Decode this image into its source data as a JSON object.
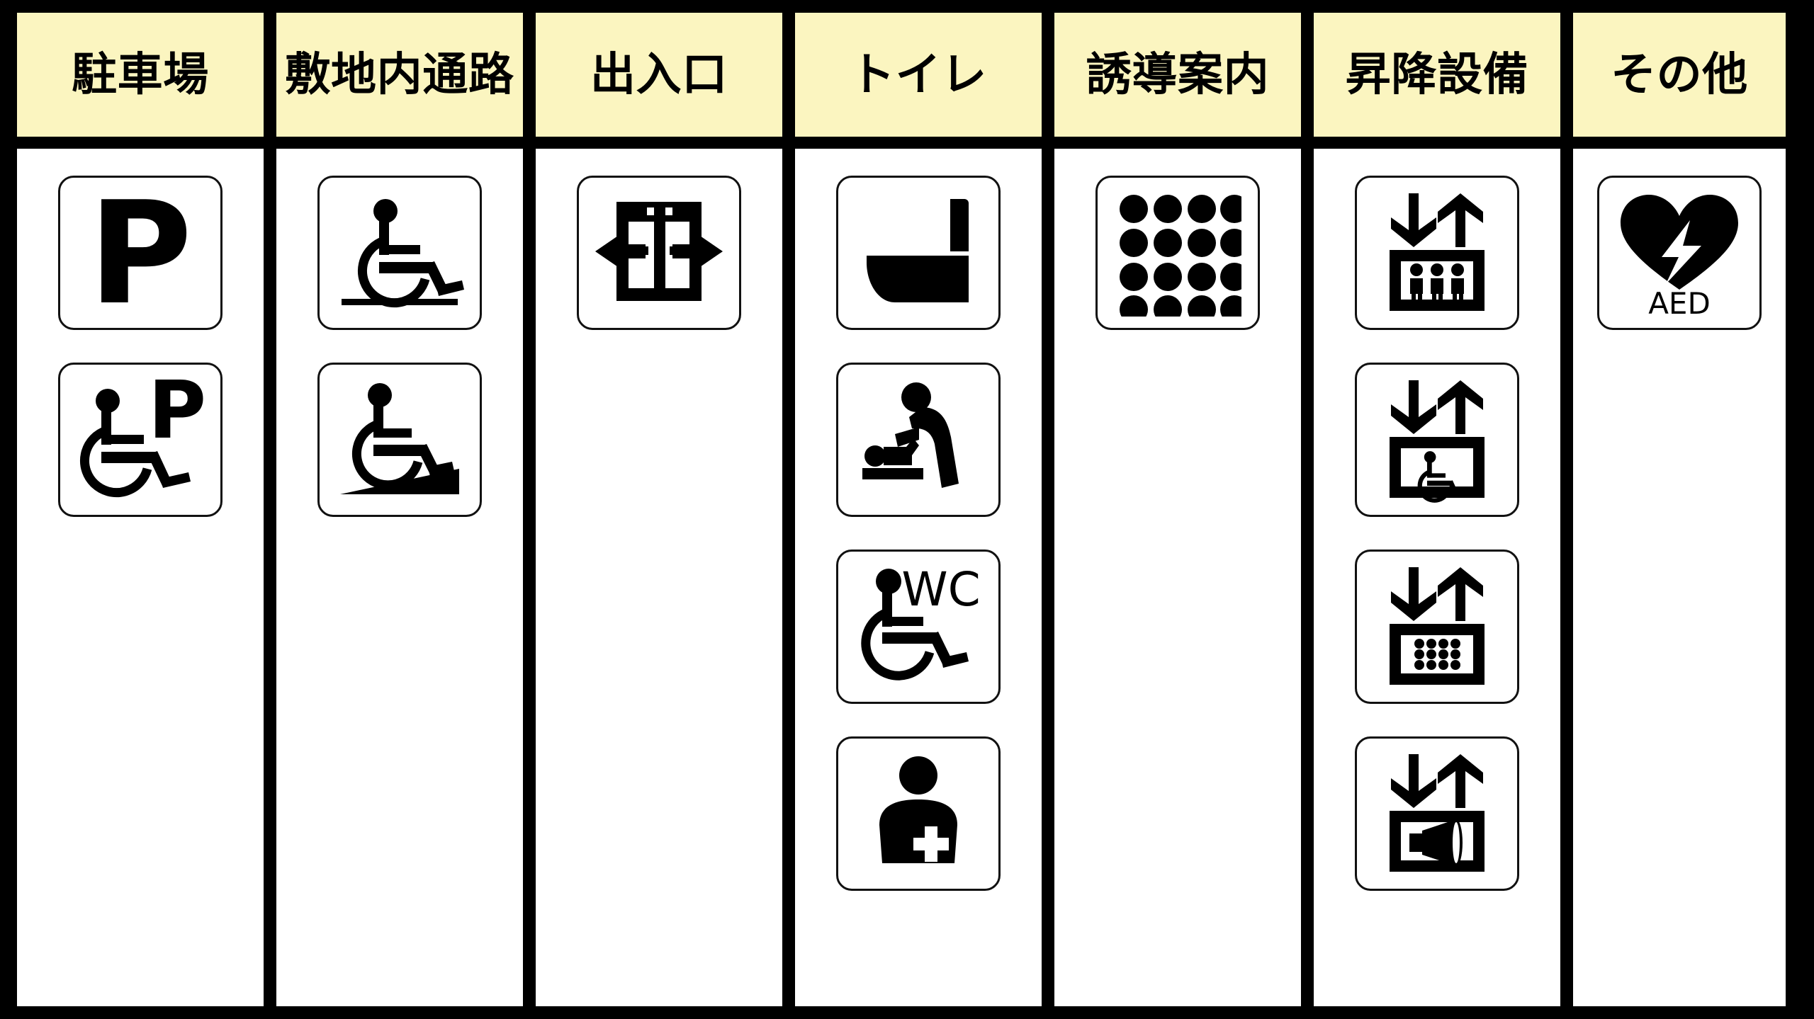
{
  "board": {
    "background_color": "#000000",
    "header_color": "#FBF5C0",
    "body_color": "#FFFFFF",
    "ink_color": "#000000"
  },
  "columns": [
    {
      "id": "parking",
      "header": "駐車場",
      "icons": [
        {
          "name": "parking-p-icon",
          "label": "P"
        },
        {
          "name": "accessible-parking-icon",
          "label": "P"
        }
      ]
    },
    {
      "id": "site-path",
      "header": "敷地内通路",
      "icons": [
        {
          "name": "wheelchair-level-path-icon",
          "label": ""
        },
        {
          "name": "wheelchair-ramp-icon",
          "label": ""
        }
      ]
    },
    {
      "id": "entrance",
      "header": "出入口",
      "icons": [
        {
          "name": "automatic-sliding-door-icon",
          "label": ""
        }
      ]
    },
    {
      "id": "toilet",
      "header": "トイレ",
      "icons": [
        {
          "name": "toilet-icon",
          "label": ""
        },
        {
          "name": "baby-changing-station-icon",
          "label": ""
        },
        {
          "name": "accessible-toilet-wc-icon",
          "label": "WC"
        },
        {
          "name": "ostomate-icon",
          "label": ""
        }
      ]
    },
    {
      "id": "guidance",
      "header": "誘導案内",
      "icons": [
        {
          "name": "tactile-paving-dots-icon",
          "label": ""
        }
      ]
    },
    {
      "id": "elevator",
      "header": "昇降設備",
      "icons": [
        {
          "name": "elevator-icon",
          "label": ""
        },
        {
          "name": "accessible-elevator-icon",
          "label": ""
        },
        {
          "name": "braille-elevator-icon",
          "label": ""
        },
        {
          "name": "voice-guidance-elevator-icon",
          "label": ""
        }
      ]
    },
    {
      "id": "other",
      "header": "その他",
      "icons": [
        {
          "name": "aed-icon",
          "label": "AED"
        }
      ]
    }
  ]
}
